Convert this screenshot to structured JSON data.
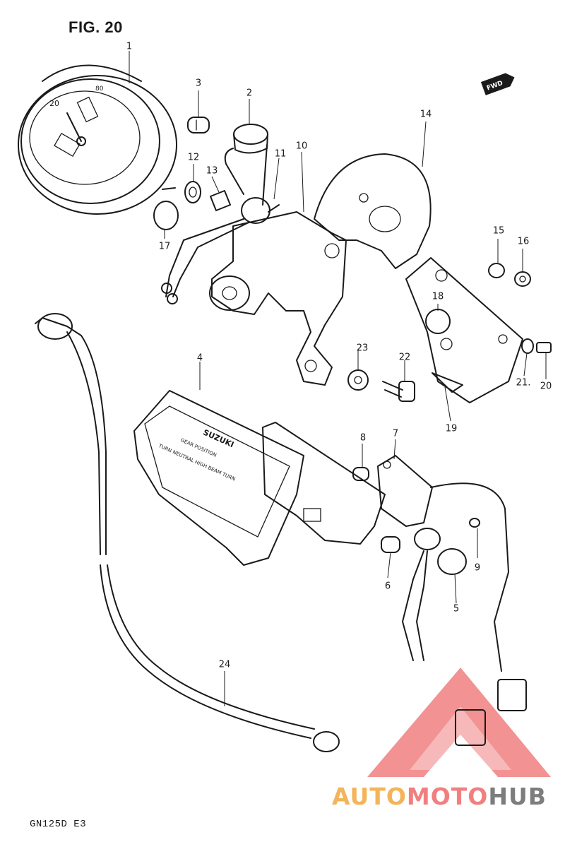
{
  "figure": {
    "title": "FIG. 20",
    "model": "GN125D E3",
    "fwd_tag": "FWD"
  },
  "callouts": [
    {
      "id": "1",
      "label": "1"
    },
    {
      "id": "2",
      "label": "2"
    },
    {
      "id": "3",
      "label": "3"
    },
    {
      "id": "4",
      "label": "4"
    },
    {
      "id": "5",
      "label": "5"
    },
    {
      "id": "6",
      "label": "6"
    },
    {
      "id": "7",
      "label": "7"
    },
    {
      "id": "8",
      "label": "8"
    },
    {
      "id": "9",
      "label": "9"
    },
    {
      "id": "10",
      "label": "10"
    },
    {
      "id": "11",
      "label": "11"
    },
    {
      "id": "12",
      "label": "12"
    },
    {
      "id": "13",
      "label": "13"
    },
    {
      "id": "14",
      "label": "14"
    },
    {
      "id": "15",
      "label": "15"
    },
    {
      "id": "16",
      "label": "16"
    },
    {
      "id": "17",
      "label": "17"
    },
    {
      "id": "18",
      "label": "18"
    },
    {
      "id": "19",
      "label": "19"
    },
    {
      "id": "20",
      "label": "20"
    },
    {
      "id": "21",
      "label": "21."
    },
    {
      "id": "22",
      "label": "22"
    },
    {
      "id": "23",
      "label": "23"
    },
    {
      "id": "24",
      "label": "24"
    }
  ],
  "indicator_panel": {
    "brand": "SUZUKI",
    "line1": "GEAR POSITION",
    "line2": "TURN NEUTRAL HIGH BEAM TURN"
  },
  "watermark": {
    "part1": "AUTO",
    "part2": "MOTO",
    "part3": "HUB",
    "colors": {
      "auto": "#f3b45a",
      "moto": "#f08080",
      "hub": "#7d7d7d",
      "triangle": "#f08080"
    }
  }
}
